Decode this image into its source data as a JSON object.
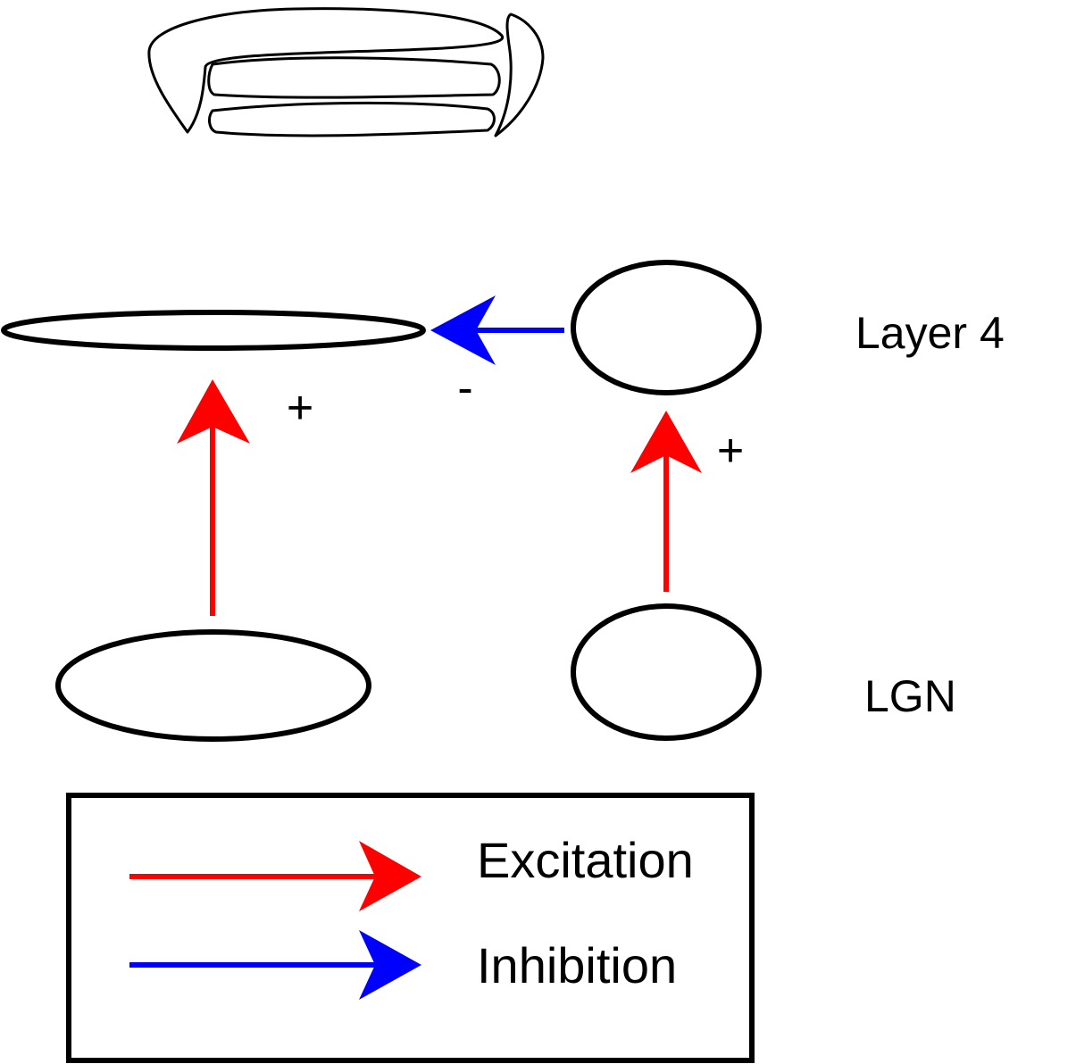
{
  "labels": {
    "layer4": "Layer 4",
    "lgn": "LGN"
  },
  "signs": {
    "left_excitation": "+",
    "inhibition": "-",
    "right_excitation": "+"
  },
  "legend": {
    "excitation": "Excitation",
    "inhibition": "Inhibition"
  },
  "colors": {
    "excitation": "#ff0000",
    "inhibition": "#0000ff",
    "outline": "#000000"
  }
}
